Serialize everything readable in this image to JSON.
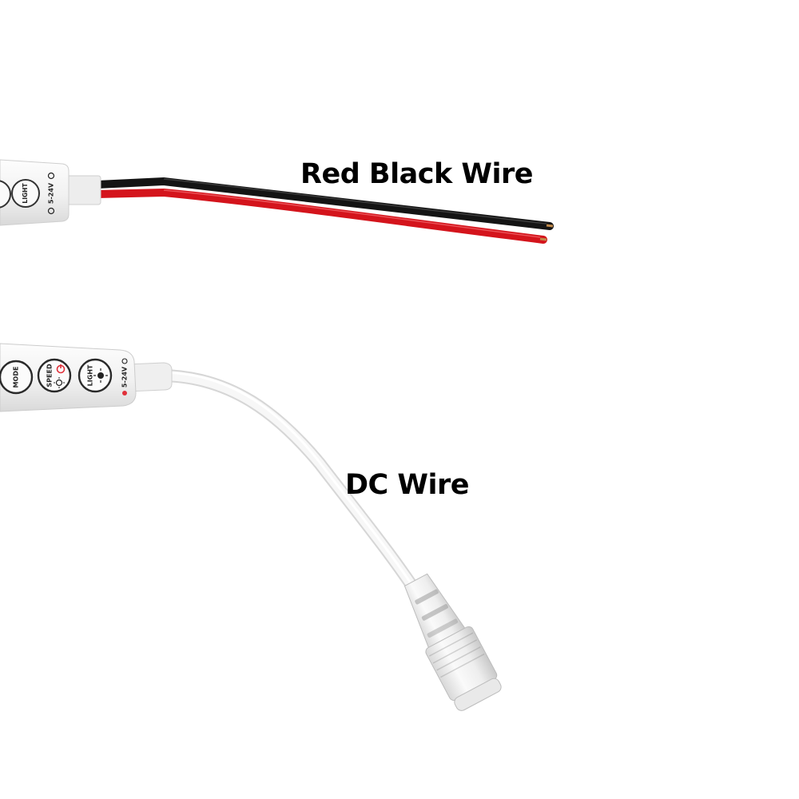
{
  "captions": {
    "red_black_wire": "Red Black Wire",
    "dc_wire": "DC Wire"
  },
  "controller_top": {
    "button_label": "LIGHT",
    "voltage": "5-24V"
  },
  "controller_bottom": {
    "mode_label": "MODE",
    "speed_label": "SPEED",
    "light_label": "LIGHT",
    "voltage": "5-24V"
  },
  "colors": {
    "wire_red": "#d4141c",
    "wire_black": "#141414",
    "controller_white": "#f4f4f4",
    "cable_white": "#f2f2f2",
    "power_icon_red": "#e0303a"
  }
}
